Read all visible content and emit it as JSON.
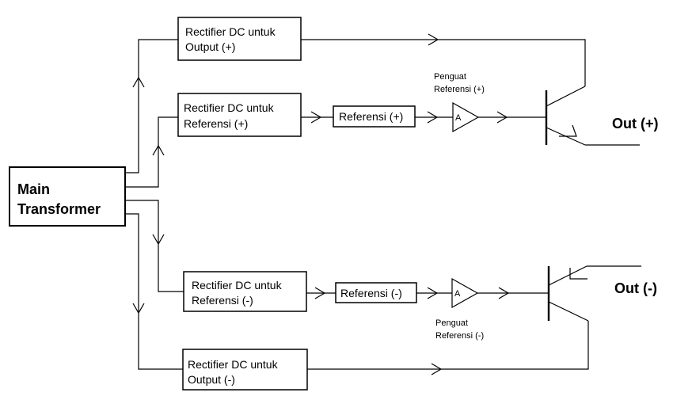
{
  "main_transformer": {
    "line1": "Main",
    "line2": "Transformer"
  },
  "rect_output_pos": {
    "line1": "Rectifier DC untuk",
    "line2": "Output  (+)"
  },
  "rect_ref_pos": {
    "line1": "Rectifier DC untuk",
    "line2": "Referensi (+)"
  },
  "rect_ref_neg": {
    "line1": "Rectifier DC untuk",
    "line2": "Referensi (-)"
  },
  "rect_output_neg": {
    "line1": "Rectifier DC untuk",
    "line2": "Output (-)"
  },
  "ref_pos": "Referensi (+)",
  "ref_neg": "Referensi (-)",
  "amp_pos": {
    "symbol": "A",
    "line1": "Penguat",
    "line2": "Referensi (+)"
  },
  "amp_neg": {
    "symbol": "A",
    "line1": "Penguat",
    "line2": "Referensi (-)"
  },
  "out_pos": "Out (+)",
  "out_neg": "Out (-)"
}
